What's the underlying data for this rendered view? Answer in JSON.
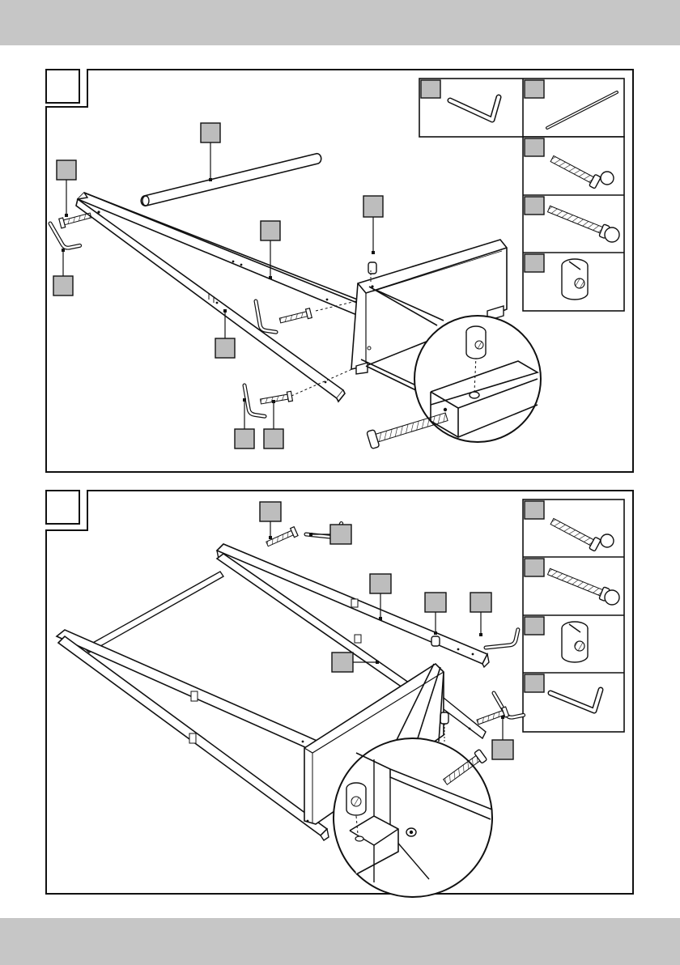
{
  "page": {
    "header_band": "",
    "footer_band": ""
  },
  "steps": [
    {
      "number": "",
      "name": "step-1"
    },
    {
      "number": "",
      "name": "step-2"
    }
  ],
  "colors": {
    "band": "#c6c6c6",
    "callout_fill": "#bdbdbd",
    "line": "#111111",
    "background": "#ffffff"
  },
  "parts_legend": {
    "step1": [
      "allen-key",
      "dowel-rod",
      "short-bolt",
      "long-bolt",
      "barrel-nut"
    ],
    "step2": [
      "short-bolt",
      "long-bolt",
      "barrel-nut",
      "allen-key"
    ]
  }
}
